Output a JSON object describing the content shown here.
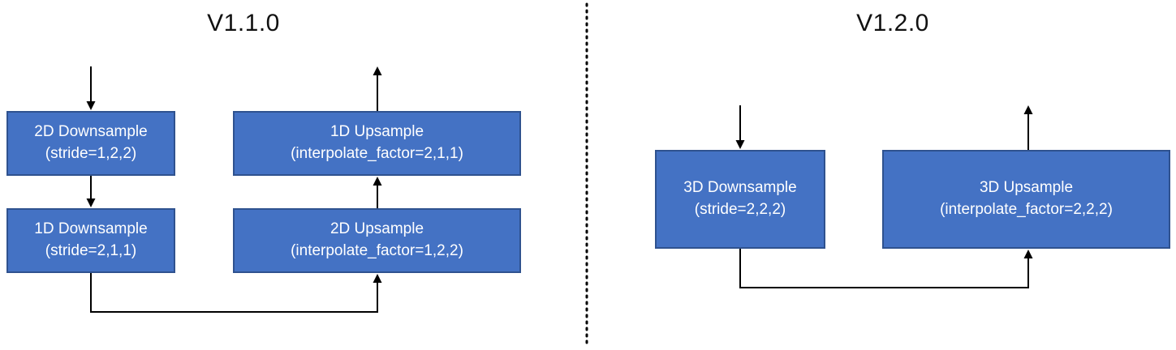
{
  "diagram": {
    "left": {
      "title": "V1.1.0",
      "boxes": {
        "downsample_2d": {
          "line1": "2D Downsample",
          "line2": "(stride=1,2,2)"
        },
        "downsample_1d": {
          "line1": "1D Downsample",
          "line2": "(stride=2,1,1)"
        },
        "upsample_1d": {
          "line1": "1D Upsample",
          "line2": "(interpolate_factor=2,1,1)"
        },
        "upsample_2d": {
          "line1": "2D Upsample",
          "line2": "(interpolate_factor=1,2,2)"
        }
      }
    },
    "right": {
      "title": "V1.2.0",
      "boxes": {
        "downsample_3d": {
          "line1": "3D Downsample",
          "line2": "(stride=2,2,2)"
        },
        "upsample_3d": {
          "line1": "3D Upsample",
          "line2": "(interpolate_factor=2,2,2)"
        }
      }
    },
    "colors": {
      "box_fill": "#4472C4",
      "box_border": "#2F528F",
      "box_text": "#FFFFFF",
      "arrow": "#000000"
    }
  }
}
